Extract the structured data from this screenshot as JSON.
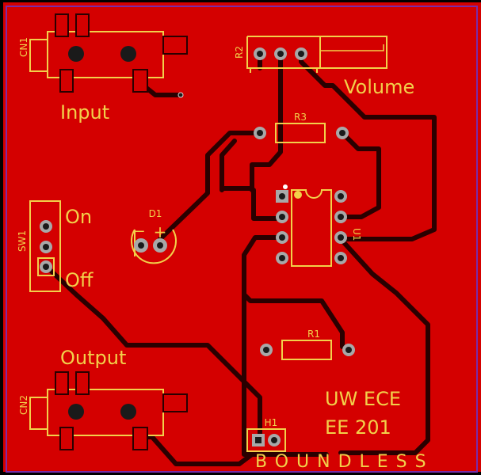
{
  "colors": {
    "board": "#d40000",
    "outline": "#7a2ca8",
    "silkscreen": "#f2d04a",
    "trace": "#2a0000",
    "pad_ring": "#a8a8a8",
    "pad_hole": "#1a1a1a",
    "background": "#000000"
  },
  "labels": {
    "input": "Input",
    "volume": "Volume",
    "on": "On",
    "off": "Off",
    "output": "Output",
    "uw_ece": "UW ECE",
    "ee201": "EE 201",
    "boundless": "BOUNDLESS"
  },
  "designators": {
    "cn1": "CN1",
    "cn2": "CN2",
    "r1": "R1",
    "r2": "R2",
    "r3": "R3",
    "d1": "D1",
    "u1": "U1",
    "sw1": "SW1",
    "h1": "H1"
  },
  "polarity": {
    "minus": "−",
    "plus": "+"
  }
}
